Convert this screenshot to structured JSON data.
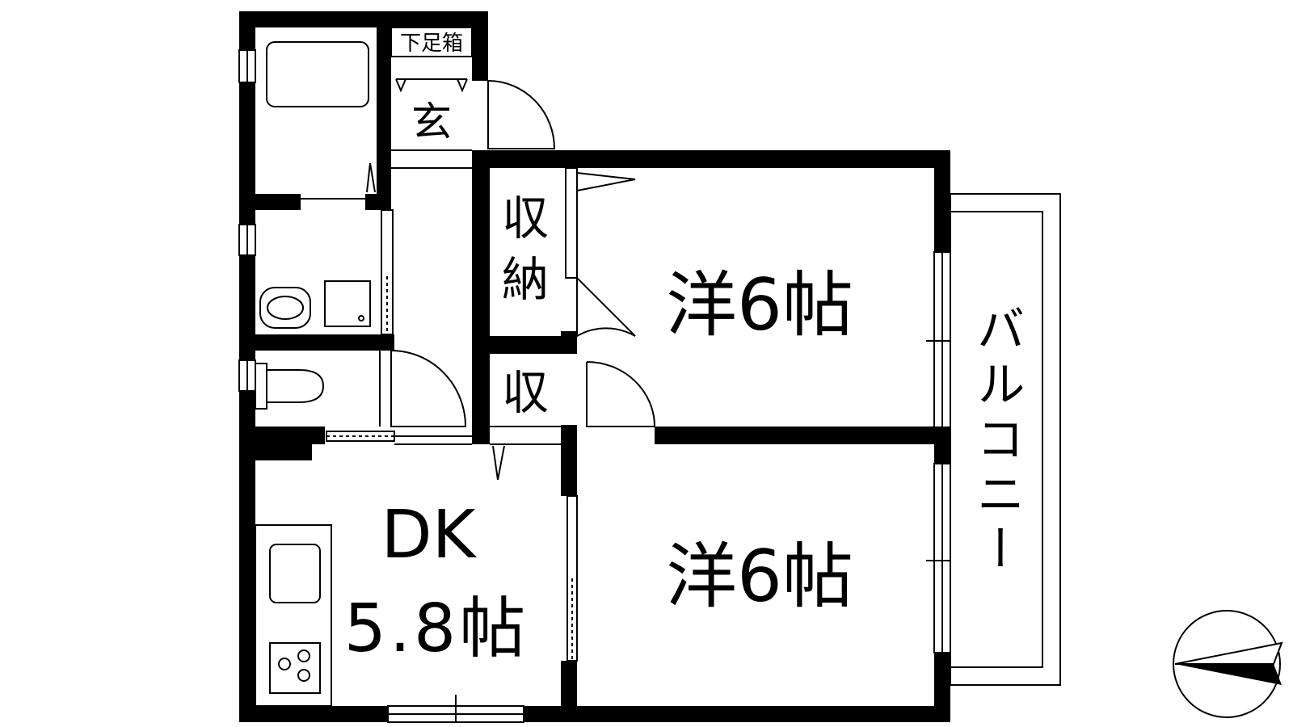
{
  "floorplan": {
    "shoe_box_label": "下足箱",
    "entrance_label": "玄",
    "storage_large_label_top": "収",
    "storage_large_label_bottom": "納",
    "storage_small_label": "収",
    "western_room_upper_label": "洋6帖",
    "western_room_lower_label": "洋6帖",
    "dining_kitchen_label_top": "DK",
    "dining_kitchen_label_bottom": "5.8帖",
    "balcony_label": "バルコニー",
    "compass_icon": "north-arrow-icon"
  },
  "colors": {
    "wall": "#000000",
    "line": "#000000",
    "background": "#ffffff"
  }
}
